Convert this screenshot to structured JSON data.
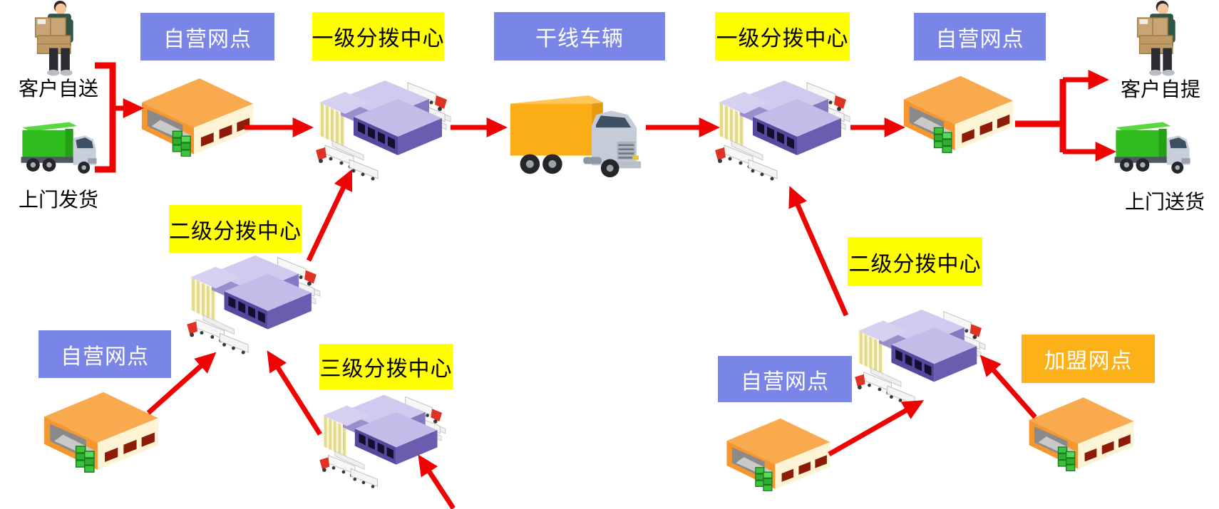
{
  "colors": {
    "label_blue": "#7A85E8",
    "label_yellow": "#FFFF00",
    "label_orange": "#FBB117",
    "arrow_red": "#EE0202",
    "text_on_blue": "#FFFFFF",
    "text_on_yellow": "#000000",
    "caption_text": "#000000"
  },
  "top_labels": [
    {
      "id": "own-outlet-origin",
      "text": "自营网点",
      "style": "blue"
    },
    {
      "id": "primary-hub-origin",
      "text": "一级分拨中心",
      "style": "yellow"
    },
    {
      "id": "trunk-vehicle",
      "text": "干线车辆",
      "style": "blue"
    },
    {
      "id": "primary-hub-dest",
      "text": "一级分拨中心",
      "style": "yellow"
    },
    {
      "id": "own-outlet-dest",
      "text": "自营网点",
      "style": "blue"
    }
  ],
  "branch_labels": [
    {
      "id": "secondary-hub-left",
      "text": "二级分拨中心",
      "style": "yellow"
    },
    {
      "id": "own-outlet-left",
      "text": "自营网点",
      "style": "blue"
    },
    {
      "id": "tertiary-hub-left",
      "text": "三级分拨中心",
      "style": "yellow"
    },
    {
      "id": "secondary-hub-right",
      "text": "二级分拨中心",
      "style": "yellow"
    },
    {
      "id": "own-outlet-right",
      "text": "自营网点",
      "style": "blue"
    },
    {
      "id": "franchise-outlet-right",
      "text": "加盟网点",
      "style": "orange"
    }
  ],
  "captions": {
    "customer_self_send": "客户自送",
    "door_pickup": "上门发货",
    "customer_self_pickup": "客户自提",
    "door_delivery": "上门送货"
  },
  "icons": {
    "person": "person-carrying-boxes-icon",
    "green_truck": "green-delivery-truck-icon",
    "warehouse": "outlet-warehouse-icon",
    "hub": "sorting-center-icon",
    "trunk_truck": "trunk-cargo-truck-icon",
    "arrow": "red-flow-arrow"
  },
  "flow_connections": [
    "客户自送 → 自营网点",
    "上门发货 → 自营网点",
    "自营网点 → 一级分拨中心",
    "一级分拨中心 → 干线车辆",
    "干线车辆 → 一级分拨中心",
    "一级分拨中心 → 自营网点",
    "自营网点 → 客户自提",
    "自营网点 → 上门送货",
    "二级分拨中心(左) → 一级分拨中心",
    "自营网点(左下) → 二级分拨中心(左)",
    "三级分拨中心 → 二级分拨中心(左)",
    "二级分拨中心(右) → 一级分拨中心",
    "自营网点(右下) → 二级分拨中心(右)",
    "加盟网点 → 二级分拨中心(右)"
  ]
}
